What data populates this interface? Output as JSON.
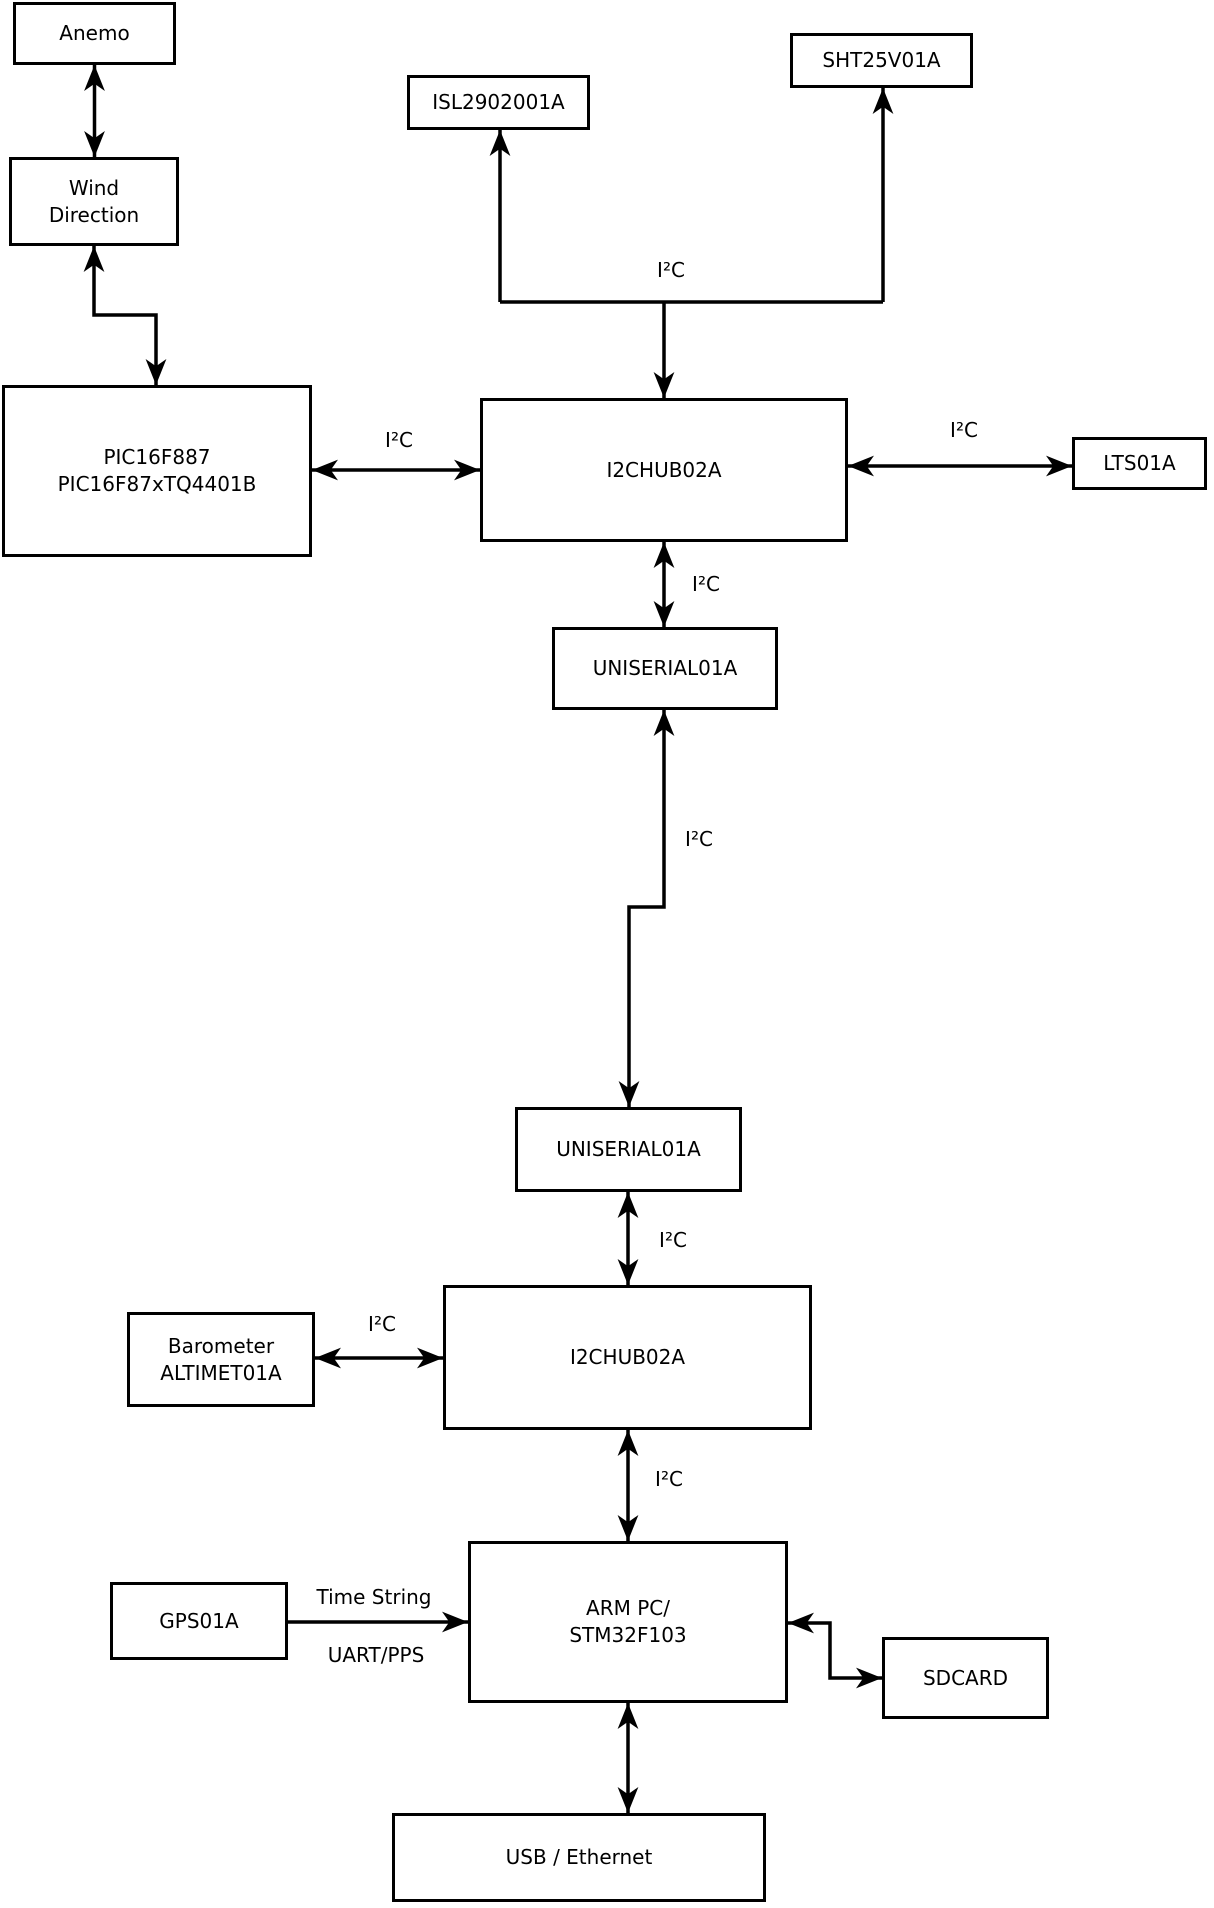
{
  "diagram": {
    "title_hint": "weather-station hardware block diagram",
    "colors": {
      "line": "#000000",
      "box_background": "#ffffff",
      "page_background": "#ffffff",
      "text": "#000000"
    },
    "boxes": {
      "anemo": {
        "label": "Anemo"
      },
      "wind_direction": {
        "line1": "Wind",
        "line2": "Direction"
      },
      "pic": {
        "line1": "PIC16F887",
        "line2": "PIC16F87xTQ4401B"
      },
      "isl": {
        "label": "ISL2902001A"
      },
      "sht": {
        "label": "SHT25V01A"
      },
      "hub1": {
        "label": "I2CHUB02A"
      },
      "lts": {
        "label": "LTS01A"
      },
      "uniserial1": {
        "label": "UNISERIAL01A"
      },
      "uniserial2": {
        "label": "UNISERIAL01A"
      },
      "hub2": {
        "label": "I2CHUB02A"
      },
      "barometer": {
        "line1": "Barometer",
        "line2": "ALTIMET01A"
      },
      "gps": {
        "label": "GPS01A"
      },
      "arm": {
        "line1": "ARM PC/",
        "line2": "STM32F103"
      },
      "sdcard": {
        "label": "SDCARD"
      },
      "usb": {
        "label": "USB / Ethernet"
      }
    },
    "bus_labels": {
      "i2c_top": "I²C",
      "i2c_pic_hub1": "I²C",
      "i2c_hub1_lts": "I²C",
      "i2c_hub1_uni1": "I²C",
      "i2c_uni1_uni2": "I²C",
      "i2c_uni2_hub2": "I²C",
      "i2c_baro_hub2": "I²C",
      "i2c_hub2_arm": "I²C",
      "time_string": "Time String",
      "uart_pps": "UART/PPS"
    },
    "connections": [
      {
        "from": "Anemo",
        "to": "Wind Direction",
        "arrows": "both",
        "label": ""
      },
      {
        "from": "Wind Direction",
        "to": "PIC16F887 PIC16F87xTQ4401B",
        "arrows": "both",
        "label": ""
      },
      {
        "from": "I2CHUB02A (top)",
        "to": "ISL2902001A",
        "arrows": "end",
        "label": "I²C"
      },
      {
        "from": "I2CHUB02A (top)",
        "to": "SHT25V01A",
        "arrows": "end",
        "label": "I²C"
      },
      {
        "from": "PIC16F887",
        "to": "I2CHUB02A (top)",
        "arrows": "both",
        "label": "I²C"
      },
      {
        "from": "I2CHUB02A (top)",
        "to": "LTS01A",
        "arrows": "both",
        "label": "I²C"
      },
      {
        "from": "I2CHUB02A (top)",
        "to": "UNISERIAL01A (upper)",
        "arrows": "both",
        "label": "I²C"
      },
      {
        "from": "UNISERIAL01A (upper)",
        "to": "UNISERIAL01A (lower)",
        "arrows": "both",
        "label": "I²C"
      },
      {
        "from": "UNISERIAL01A (lower)",
        "to": "I2CHUB02A (bottom)",
        "arrows": "both",
        "label": "I²C"
      },
      {
        "from": "Barometer ALTIMET01A",
        "to": "I2CHUB02A (bottom)",
        "arrows": "both",
        "label": "I²C"
      },
      {
        "from": "I2CHUB02A (bottom)",
        "to": "ARM PC/STM32F103",
        "arrows": "both",
        "label": "I²C"
      },
      {
        "from": "GPS01A",
        "to": "ARM PC/STM32F103",
        "arrows": "end",
        "label": "Time String / UART/PPS"
      },
      {
        "from": "ARM PC/STM32F103",
        "to": "SDCARD",
        "arrows": "both",
        "label": ""
      },
      {
        "from": "ARM PC/STM32F103",
        "to": "USB / Ethernet",
        "arrows": "both",
        "label": ""
      }
    ]
  }
}
